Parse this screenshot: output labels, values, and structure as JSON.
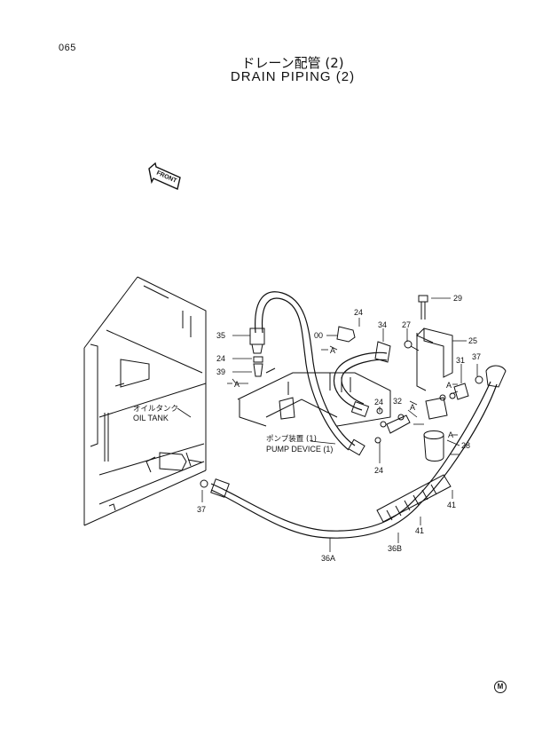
{
  "page_number": "065",
  "title_jp": "ドレーン配管 (2)",
  "title_en": "DRAIN PIPING (2)",
  "front_label": "FRONT",
  "oil_tank": {
    "jp": "オイルタンク",
    "en": "OIL TANK"
  },
  "pump_device": {
    "jp": "ポンプ装置 (1)",
    "en": "PUMP DEVICE (1)"
  },
  "callouts": {
    "c35": "35",
    "c24a": "24",
    "c39": "39",
    "ca1": "A",
    "c24b": "24",
    "c00": "00",
    "ca2": "A",
    "c34": "34",
    "c29": "29",
    "c27": "27",
    "c25": "25",
    "c31": "31",
    "c37a": "37",
    "ca3": "A",
    "c28": "28",
    "ca4": "A",
    "c32": "32",
    "ca5": "A",
    "c24c": "24",
    "c24d": "24",
    "c41a": "41",
    "c41b": "41",
    "c36b": "36B",
    "c36a": "36A",
    "c37b": "37"
  },
  "corner_mark": "M"
}
